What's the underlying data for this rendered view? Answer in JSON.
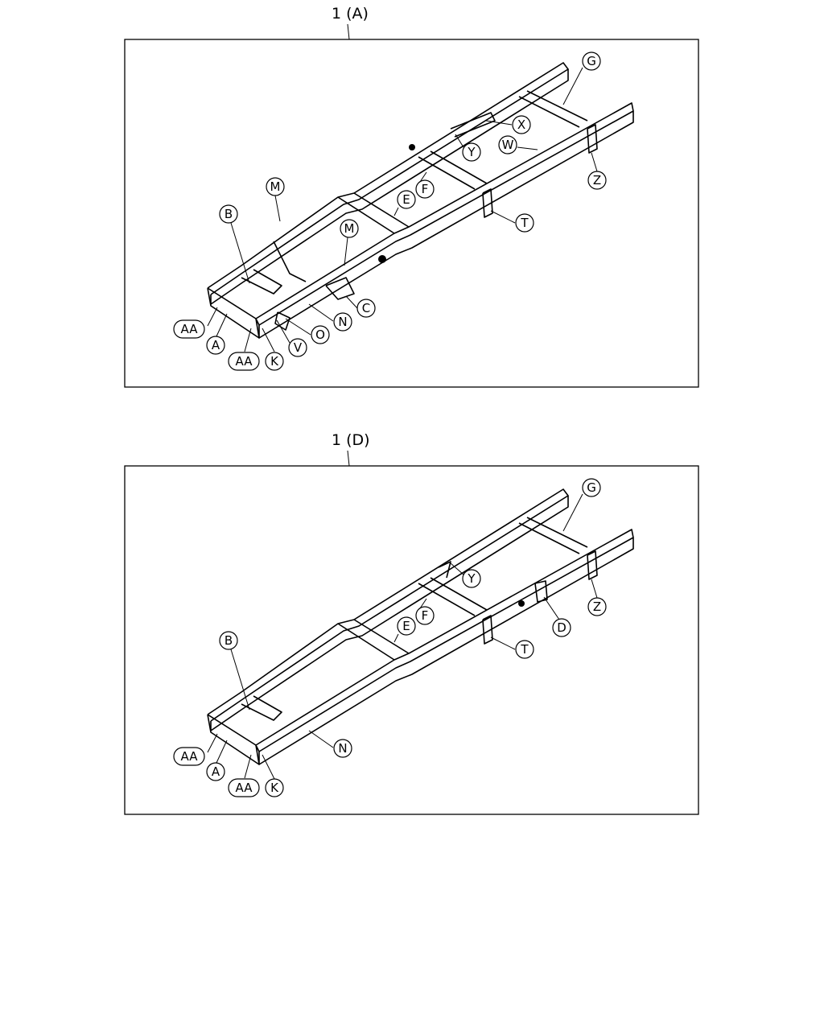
{
  "panels": [
    {
      "title": "1 (A)",
      "callouts": [
        "G",
        "X",
        "W",
        "Y",
        "Z",
        "M",
        "F",
        "E",
        "T",
        "B",
        "M",
        "C",
        "N",
        "AA",
        "A",
        "V",
        "O",
        "AA",
        "K"
      ]
    },
    {
      "title": "1 (D)",
      "callouts": [
        "G",
        "Y",
        "Z",
        "F",
        "E",
        "D",
        "T",
        "B",
        "N",
        "AA",
        "A",
        "AA",
        "K"
      ]
    }
  ]
}
